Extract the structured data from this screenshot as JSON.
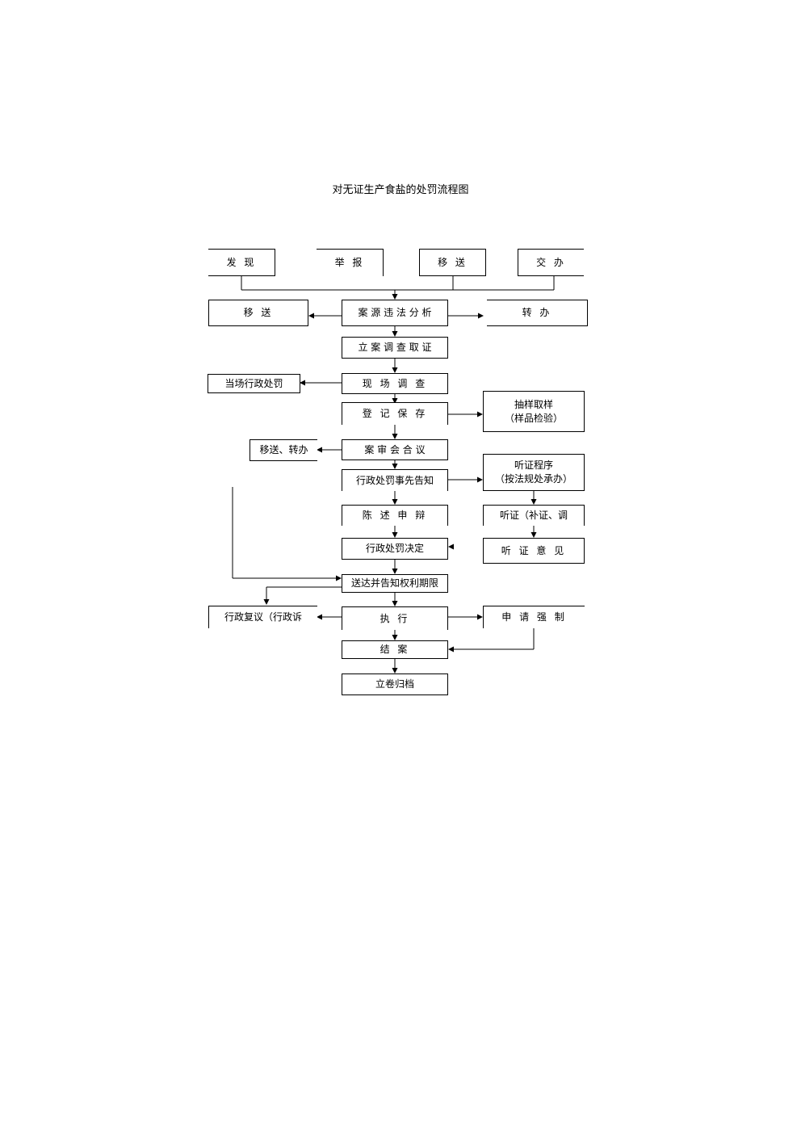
{
  "title": "对无证生产食盐的处罚流程图",
  "nodes": {
    "discover": "发 现",
    "report": "举 报",
    "transfer_in": "移 送",
    "assign": "交 办",
    "case_analysis": "案 源 违 法 分 析",
    "transfer_out": "移 送",
    "hand_over": "转 办",
    "file_case": "立 案 调 查 取 证",
    "on_site_penalty": "当场行政处罚",
    "site_investigation": "现 场 调 查",
    "register_preserve": "登 记 保 存",
    "sampling_line1": "抽样取样",
    "sampling_line2": "（样品检验）",
    "transfer_or_hand_over": "移送、转办",
    "case_review_meeting": "案 审 会 合 议",
    "prior_notice": "行政处罚事先告知",
    "hearing_program_line1": "听证程序",
    "hearing_program_line2": "（按法规处承办）",
    "statement_defense": "陈 述 申 辩",
    "hearing": "听证（补证、调",
    "penalty_decision": "行政处罚决定",
    "hearing_opinion": "听 证 意 见",
    "service_notice": "送达并告知权利期限",
    "admin_review": "行政复议（行政诉",
    "execute": "执 行",
    "apply_enforcement": "申 请 强 制",
    "close_case": "结 案",
    "archive": "立卷归档"
  },
  "colors": {
    "line": "#000000",
    "background": "#ffffff"
  }
}
